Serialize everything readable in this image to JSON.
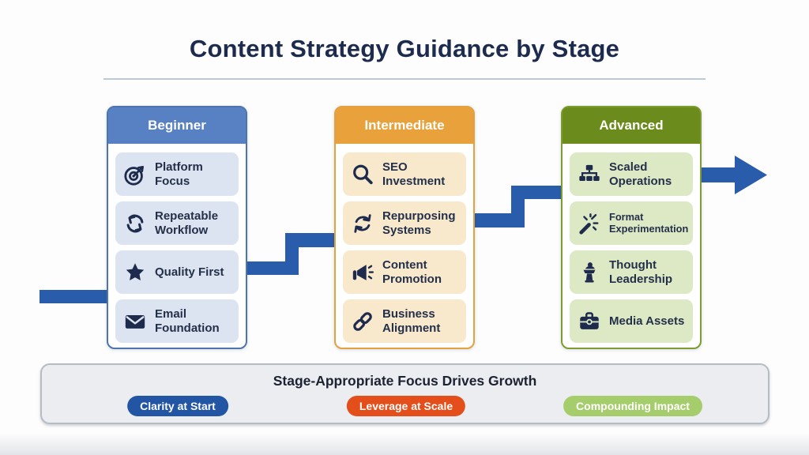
{
  "title": "Content Strategy Guidance by Stage",
  "arrow_color": "#2a5cac",
  "columns": [
    {
      "label": "Beginner",
      "header_color": "#5781c3",
      "border_color": "#4d74ae",
      "item_bg": "#dde4f1",
      "items": [
        {
          "icon": "target-icon",
          "label": "Platform\nFocus"
        },
        {
          "icon": "cycle-arrows-icon",
          "label": "Repeatable\nWorkflow"
        },
        {
          "icon": "star-icon",
          "label": "Quality First"
        },
        {
          "icon": "envelope-icon",
          "label": "Email\nFoundation"
        }
      ]
    },
    {
      "label": "Intermediate",
      "header_color": "#e9a23b",
      "border_color": "#e3a23e",
      "item_bg": "#f8e9cd",
      "items": [
        {
          "icon": "search-icon",
          "label": "SEO\nInvestment"
        },
        {
          "icon": "refresh-arrows-icon",
          "label": "Repurposing\nSystems"
        },
        {
          "icon": "megaphone-icon",
          "label": "Content\nPromotion"
        },
        {
          "icon": "chain-link-icon",
          "label": "Business\nAlignment"
        }
      ]
    },
    {
      "label": "Advanced",
      "header_color": "#6b8c1d",
      "border_color": "#7d9b2f",
      "item_bg": "#dde9c5",
      "items": [
        {
          "icon": "org-chart-icon",
          "label": "Scaled\nOperations"
        },
        {
          "icon": "magic-wand-icon",
          "label": "Format\nExperimentation"
        },
        {
          "icon": "podium-icon",
          "label": "Thought\nLeadership"
        },
        {
          "icon": "briefcase-icon",
          "label": "Media Assets"
        }
      ]
    }
  ],
  "banner": {
    "title": "Stage-Appropriate Focus Drives Growth",
    "pills": [
      {
        "label": "Clarity at Start",
        "color": "#2255a4"
      },
      {
        "label": "Leverage at Scale",
        "color": "#e44e1a"
      },
      {
        "label": "Compounding Impact",
        "color": "#a6cd6c"
      }
    ]
  }
}
